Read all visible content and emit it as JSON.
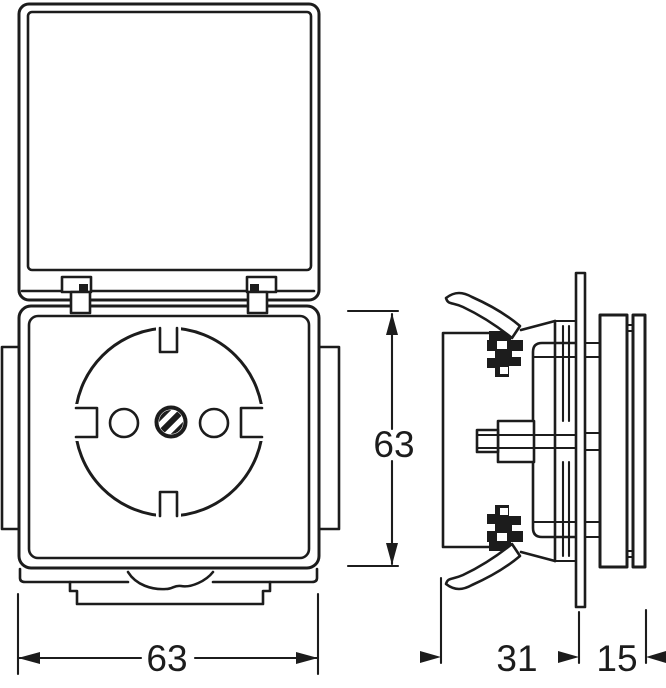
{
  "dimensions": {
    "front_width": "63",
    "front_height": "63",
    "depth_behind": "31",
    "depth_front": "15"
  },
  "colors": {
    "line": "#1c1c1c",
    "background": "#ffffff"
  }
}
